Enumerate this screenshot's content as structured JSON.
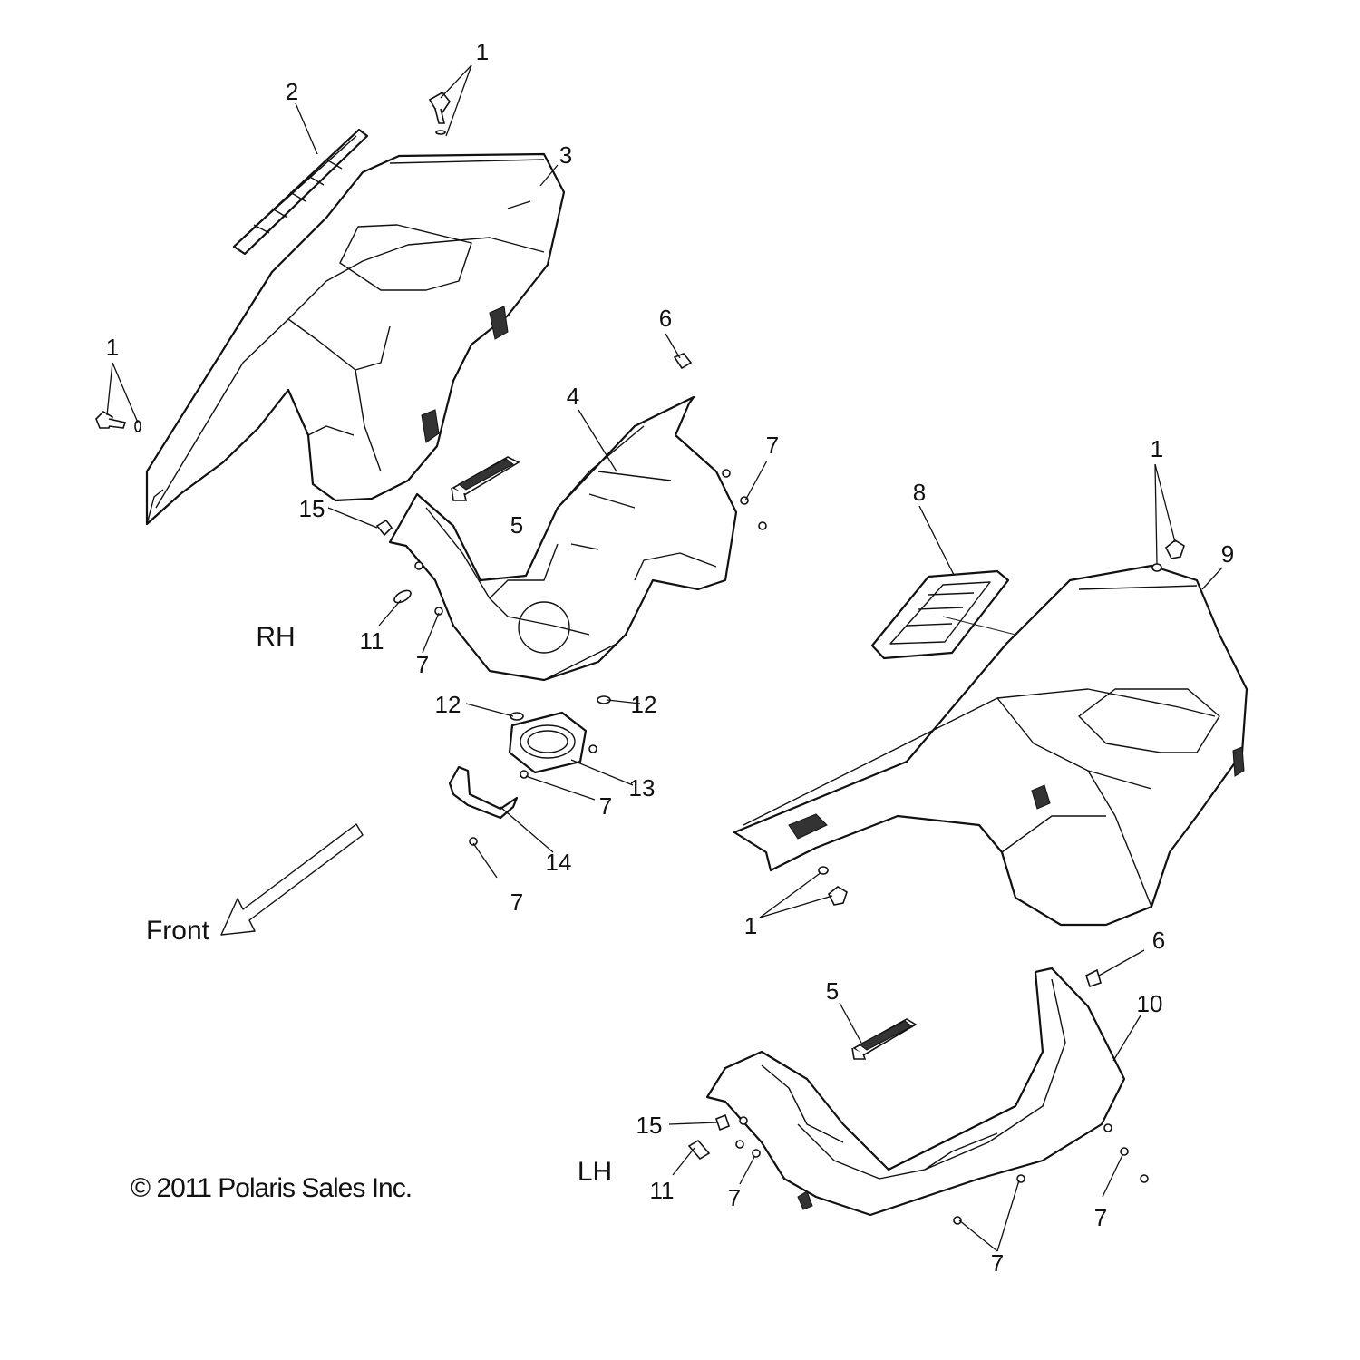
{
  "callouts": {
    "c1": "1",
    "c2": "2",
    "c3": "3",
    "c4": "4",
    "c5": "5",
    "c6": "6",
    "c7": "7",
    "c8": "8",
    "c9": "9",
    "c10": "10",
    "c11": "11",
    "c12": "12",
    "c13": "13",
    "c14": "14",
    "c15": "15"
  },
  "labels": {
    "rh": "RH",
    "lh": "LH",
    "front": "Front",
    "copyright": "© 2011 Polaris Sales Inc."
  },
  "colors": {
    "line": "#111111",
    "background": "#ffffff"
  }
}
